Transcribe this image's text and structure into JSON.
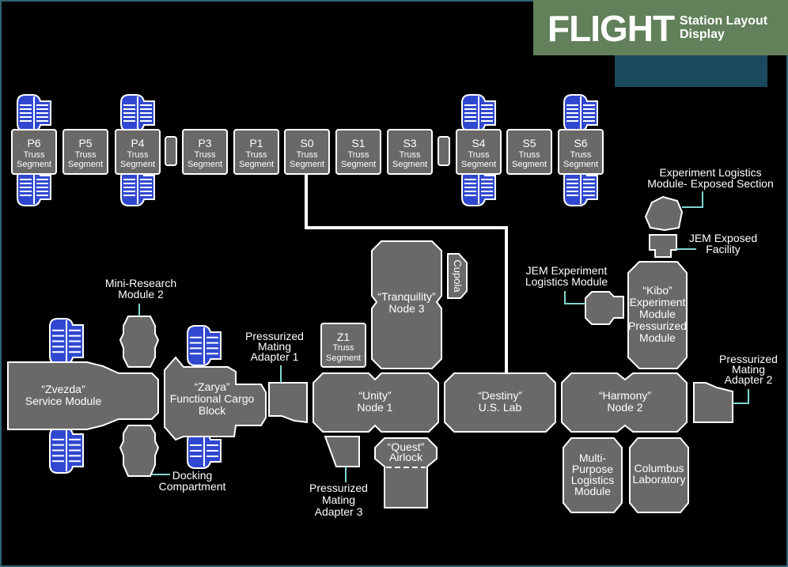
{
  "header": {
    "title": "FLIGHT",
    "subtitle_line1": "Station Layout",
    "subtitle_line2": "Display",
    "colors": {
      "title_bg": "#62805a",
      "tab_bg": "#1b4a5e",
      "frame": "#2f6474"
    }
  },
  "colors": {
    "module_fill": "#6b6868",
    "module_stroke": "#ffffff",
    "solar_array": "#3048d0",
    "leader_line": "#7ed6d0"
  },
  "truss": [
    {
      "id": "P6",
      "name": "P6",
      "sub1": "Truss",
      "sub2": "Segment",
      "array": true
    },
    {
      "id": "P5",
      "name": "P5",
      "sub1": "Truss",
      "sub2": "Segment",
      "array": false
    },
    {
      "id": "P4",
      "name": "P4",
      "sub1": "Truss",
      "sub2": "Segment",
      "array": true
    },
    {
      "id": "P3",
      "name": "P3",
      "sub1": "Truss",
      "sub2": "Segment",
      "array": false
    },
    {
      "id": "P1",
      "name": "P1",
      "sub1": "Truss",
      "sub2": "Segment",
      "array": false
    },
    {
      "id": "S0",
      "name": "S0",
      "sub1": "Truss",
      "sub2": "Segment",
      "array": false
    },
    {
      "id": "S1",
      "name": "S1",
      "sub1": "Truss",
      "sub2": "Segment",
      "array": false
    },
    {
      "id": "S3",
      "name": "S3",
      "sub1": "Truss",
      "sub2": "Segment",
      "array": false
    },
    {
      "id": "S4",
      "name": "S4",
      "sub1": "Truss",
      "sub2": "Segment",
      "array": true
    },
    {
      "id": "S5",
      "name": "S5",
      "sub1": "Truss",
      "sub2": "Segment",
      "array": false
    },
    {
      "id": "S6",
      "name": "S6",
      "sub1": "Truss",
      "sub2": "Segment",
      "array": true
    }
  ],
  "modules": {
    "zvezda": [
      "“Zvezda”",
      "Service Module"
    ],
    "zarya": [
      "“Zarya”",
      "Functional Cargo",
      "Block"
    ],
    "unity": [
      "“Unity”",
      "Node 1"
    ],
    "destiny": [
      "“Destiny”",
      "U.S. Lab"
    ],
    "harmony": [
      "“Harmony”",
      "Node 2"
    ],
    "tranquility": [
      "“Tranquility”",
      "Node 3"
    ],
    "cupola": [
      "Cupola"
    ],
    "z1": [
      "Z1",
      "Truss",
      "Segment"
    ],
    "quest": [
      "“Quest”",
      "Airlock"
    ],
    "kibo": [
      "“Kibo”",
      "Experiment",
      "Module",
      "Pressurized",
      "Module"
    ],
    "mplm": [
      "Multi-",
      "Purpose",
      "Logistics",
      "Module"
    ],
    "columbus": [
      "Columbus",
      "Laboratory"
    ]
  },
  "callouts": {
    "mrm2": [
      "Mini-Research",
      "Module 2"
    ],
    "docking": [
      "Docking",
      "Compartment"
    ],
    "pma1": [
      "Pressurized",
      "Mating",
      "Adapter 1"
    ],
    "pma2": [
      "Pressurized",
      "Mating",
      "Adapter 2"
    ],
    "pma3": [
      "Pressurized",
      "Mating",
      "Adapter 3"
    ],
    "jem_elm": [
      "JEM Experiment",
      "Logistics Module"
    ],
    "jem_ef": [
      "JEM Exposed",
      "Facility"
    ],
    "elm_es": [
      "Experiment Logistics",
      "Module- Exposed Section"
    ]
  }
}
